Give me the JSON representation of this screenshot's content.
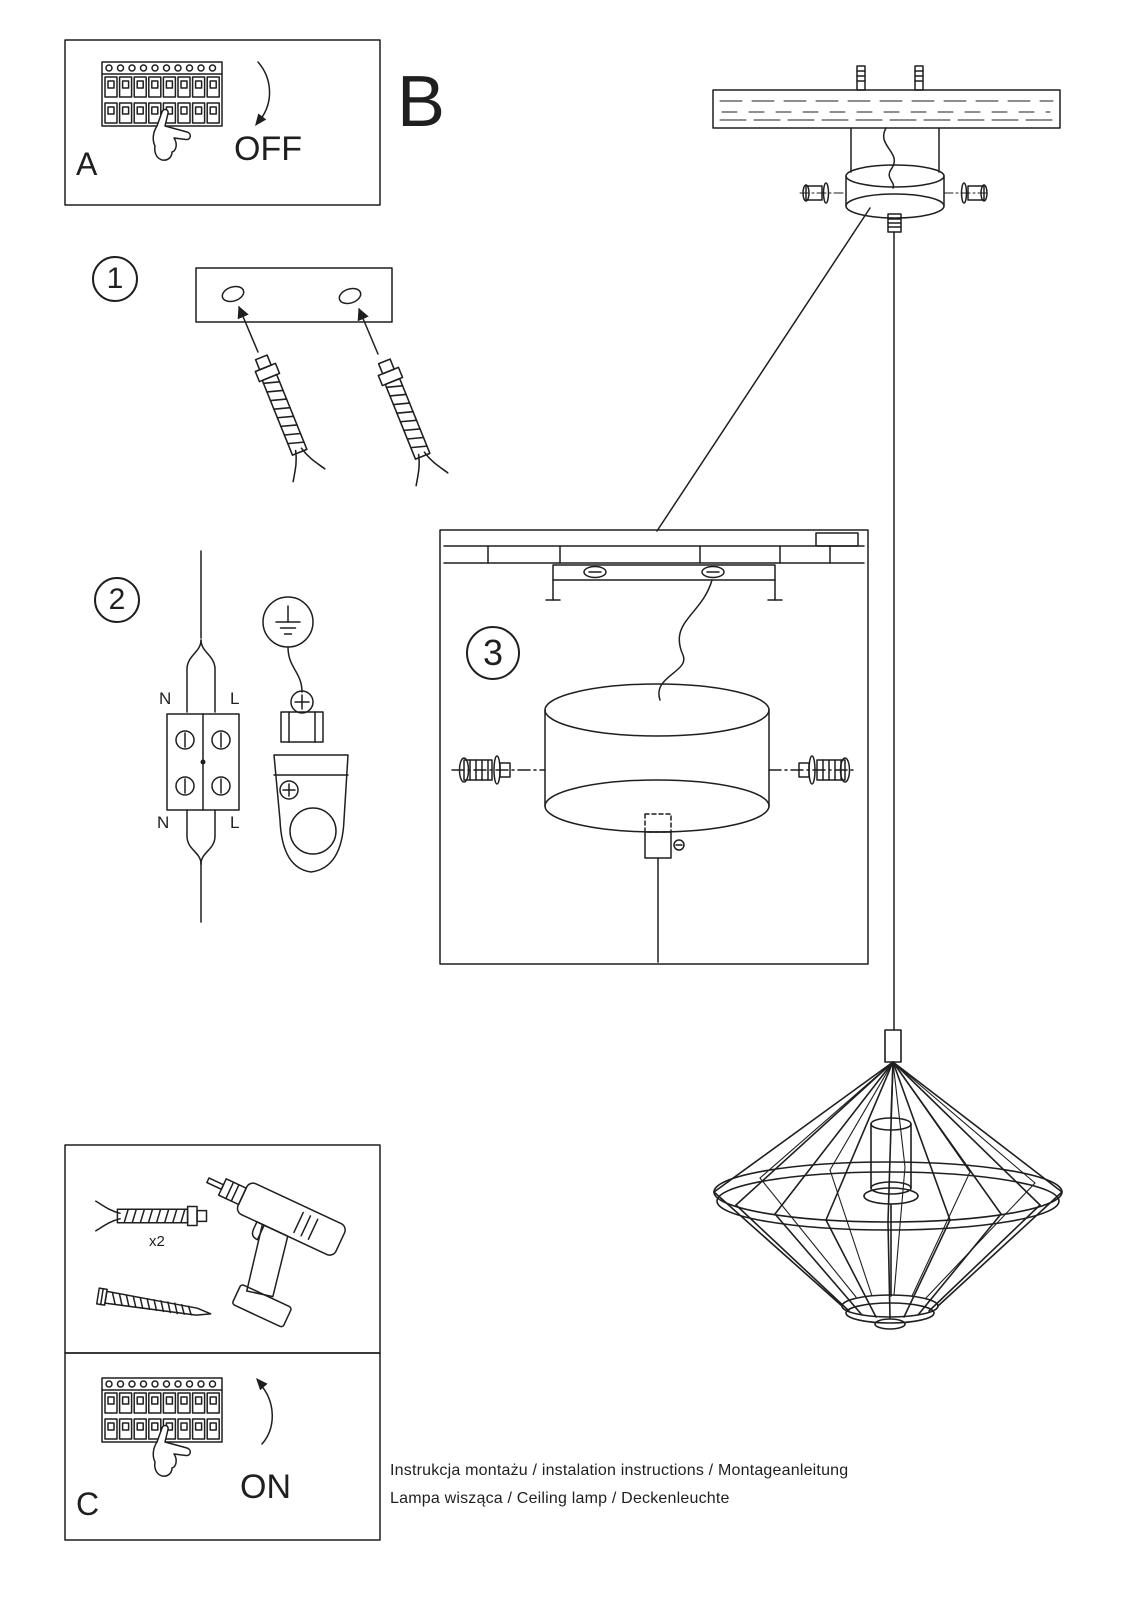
{
  "sheet": {
    "colors": {
      "line": "#1f1f1f",
      "background": "#ffffff"
    },
    "section_b": {
      "label": "B"
    },
    "panel_off": {
      "label": "A",
      "action": "OFF"
    },
    "panel_on": {
      "label": "C",
      "action": "ON"
    },
    "step_1": {
      "number": "1"
    },
    "step_2": {
      "number": "2",
      "labels": {
        "n_top": "N",
        "l_top": "L",
        "n_bottom": "N",
        "l_bottom": "L"
      }
    },
    "step_3": {
      "number": "3"
    },
    "tools": {
      "anchor_count": "x2"
    },
    "footer": {
      "line_1": "Instrukcja montażu / instalation instructions / Montageanleitung",
      "line_2": "Lampa wisząca / Ceiling lamp  / Deckenleuchte"
    }
  }
}
